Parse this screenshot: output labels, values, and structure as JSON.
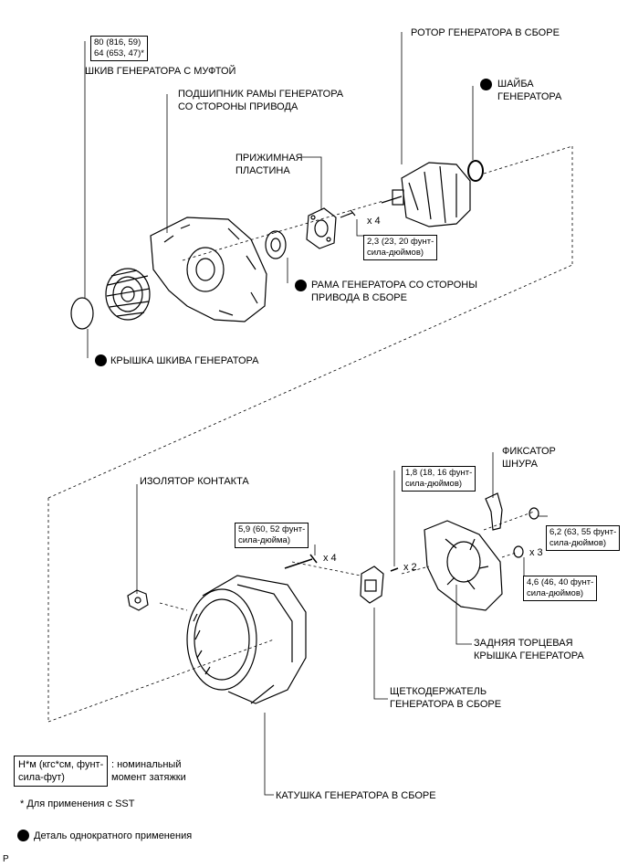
{
  "labels": {
    "pulley": "ШКИВ ГЕНЕРАТОРА С МУФТОЙ",
    "bearing_1": "ПОДШИПНИК РАМЫ ГЕНЕРАТОРА",
    "bearing_2": "СО СТОРОНЫ ПРИВОДА",
    "retainer_1": "ПРИЖИМНАЯ",
    "retainer_2": "ПЛАСТИНА",
    "rotor": "РОТОР ГЕНЕРАТОРА В СБОРЕ",
    "washer_1": "ШАЙБА",
    "washer_2": "ГЕНЕРАТОРА",
    "drive_frame_1": "РАМА ГЕНЕРАТОРА СО СТОРОНЫ",
    "drive_frame_2": "ПРИВОДА В СБОРЕ",
    "pulley_cap": "КРЫШКА ШКИВА ГЕНЕРАТОРА",
    "terminal_insulator": "ИЗОЛЯТОР КОНТАКТА",
    "cord_clip_1": "ФИКСАТОР",
    "cord_clip_2": "ШНУРА",
    "rear_cover_1": "ЗАДНЯЯ ТОРЦЕВАЯ",
    "rear_cover_2": "КРЫШКА ГЕНЕРАТОРА",
    "brush_holder_1": "ЩЕТКОДЕРЖАТЕЛЬ",
    "brush_holder_2": "ГЕНЕРАТОРА В СБОРЕ",
    "coil": "КАТУШКА ГЕНЕРАТОРА В СБОРЕ"
  },
  "torque": {
    "pulley_1": "80 (816, 59)",
    "pulley_2": "64 (653, 47)*",
    "retainer_1": "2,3 (23, 20 фунт-",
    "retainer_2": "сила-дюймов)",
    "brush_1": "1,8 (18, 16 фунт-",
    "brush_2": "сила-дюймов)",
    "bolt_1": "5,9 (60, 52 фунт-",
    "bolt_2": "сила-дюйма)",
    "nut1_1": "6,2 (63, 55 фунт-",
    "nut1_2": "сила-дюймов)",
    "nut2_1": "4,6 (46, 40 фунт-",
    "nut2_2": "сила-дюймов)"
  },
  "quantities": {
    "retainer_screws": "x 4",
    "bolts": "x 4",
    "brush_screws": "x 2",
    "nuts": "x 3"
  },
  "legend": {
    "unit_1": "Н*м (кгс*см, фунт-",
    "unit_2": "сила-фут)",
    "unit_desc_1": ": номинальный",
    "unit_desc_2": "момент затяжки",
    "sst_note": "* Для применения с SST",
    "non_reusable": "Деталь однократного применения"
  },
  "corner_mark": "P"
}
